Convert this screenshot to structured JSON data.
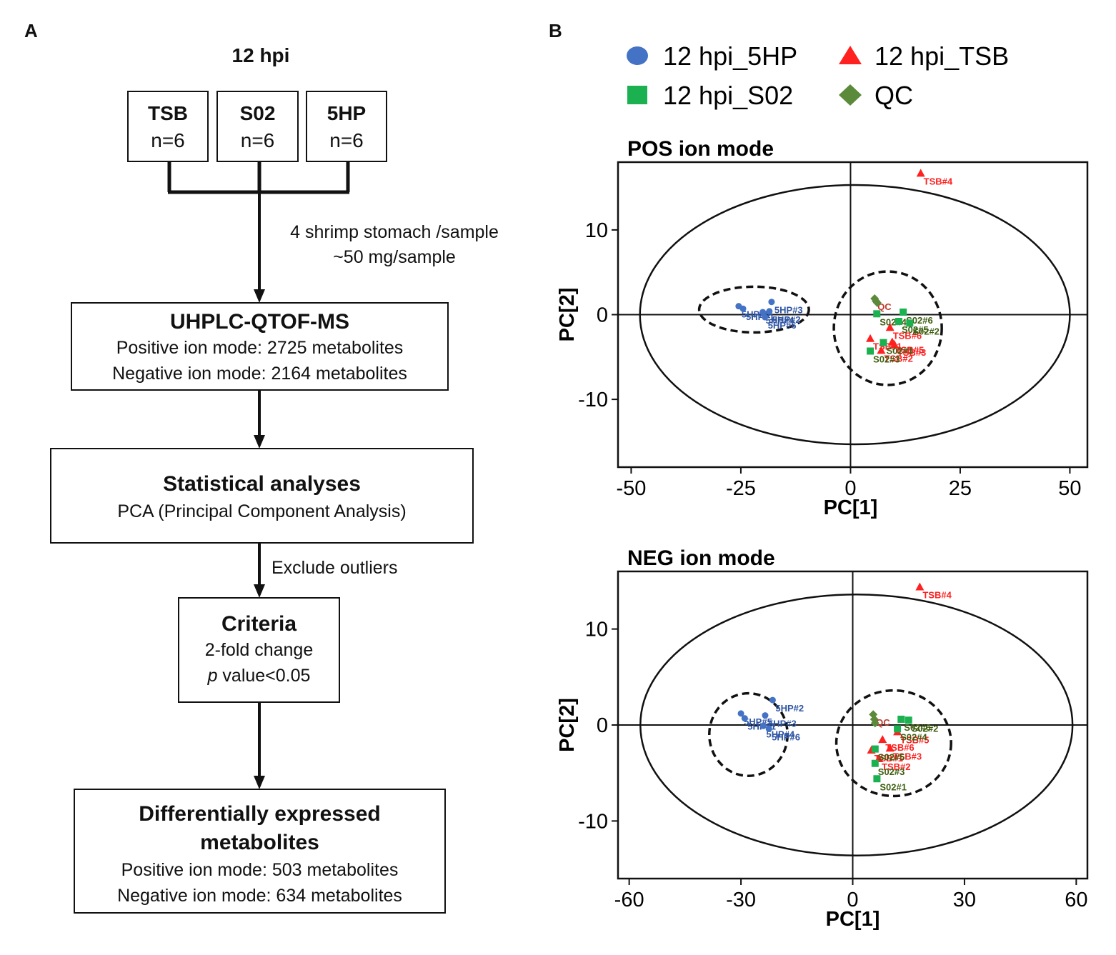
{
  "panel_a": {
    "letter": "A",
    "title": "12 hpi",
    "groups": [
      {
        "name": "TSB",
        "n": "n=6"
      },
      {
        "name": "S02",
        "n": "n=6"
      },
      {
        "name": "5HP",
        "n": "n=6"
      }
    ],
    "sample_note_1": "4 shrimp stomach /sample",
    "sample_note_2": "~50 mg/sample",
    "uhplc": {
      "title": "UHPLC-QTOF-MS",
      "pos": "Positive ion mode: 2725 metabolites",
      "neg": "Negative ion mode: 2164 metabolites"
    },
    "stats": {
      "title": "Statistical analyses",
      "sub": "PCA (Principal Component Analysis)"
    },
    "exclude_note": "Exclude outliers",
    "criteria": {
      "title": "Criteria",
      "line1": "2-fold change",
      "p_italic": "p",
      "line2_rest": " value<0.05"
    },
    "dem": {
      "title1": "Differentially expressed",
      "title2": "metabolites",
      "pos": "Positive ion mode: 503 metabolites",
      "neg": "Negative ion mode: 634 metabolites"
    }
  },
  "panel_b": {
    "letter": "B",
    "legend": [
      {
        "label": "12 hpi_5HP",
        "shape": "circle",
        "color": "#4472c4"
      },
      {
        "label": "12 hpi_TSB",
        "shape": "triangle",
        "color": "#ff2020"
      },
      {
        "label": "12 hpi_S02",
        "shape": "square",
        "color": "#1bb150"
      },
      {
        "label": "QC",
        "shape": "diamond",
        "color": "#5a8a3a"
      }
    ],
    "colors": {
      "5HP": "#4472c4",
      "5HP_text": "#2f55a4",
      "TSB": "#ff2020",
      "S02": "#1bb150",
      "S02_text": "#3f5f10",
      "QC": "#5a8a3a",
      "QC_text": "#c0392b"
    }
  },
  "chart_data": [
    {
      "type": "scatter",
      "title": "POS ion mode",
      "xlabel": "PC[1]",
      "ylabel": "PC[2]",
      "xlim": [
        -53,
        54
      ],
      "ylim": [
        -18,
        18
      ],
      "xticks": [
        -50,
        -25,
        0,
        25,
        50
      ],
      "yticks": [
        10,
        0,
        -10
      ],
      "xticklabels": [
        "-50",
        "-25",
        "0",
        "25",
        "50"
      ],
      "yticklabels": [
        "10",
        "0",
        "-10"
      ],
      "ellipses": [
        {
          "style": "solid",
          "cx": 1,
          "cy": 0,
          "rx": 49,
          "ry": 15.3
        },
        {
          "style": "dashed",
          "cx": -22,
          "cy": 0.6,
          "rx": 12.5,
          "ry": 2.7
        },
        {
          "style": "dashed",
          "cx": 8.5,
          "cy": -1.6,
          "rx": 12.3,
          "ry": 6.7
        }
      ],
      "series": [
        {
          "name": "12 hpi_5HP",
          "points": [
            {
              "x": -25.5,
              "y": 1.0,
              "label": "5HP#5"
            },
            {
              "x": -24.5,
              "y": 0.7,
              "label": "5HP#1"
            },
            {
              "x": -18,
              "y": 1.5,
              "label": "5HP#3"
            },
            {
              "x": -18.5,
              "y": 0.4,
              "label": "5HP#2"
            },
            {
              "x": -20,
              "y": 0.3,
              "label": "5HP#4"
            },
            {
              "x": -19.5,
              "y": -0.3,
              "label": "5HP#6"
            }
          ]
        },
        {
          "name": "12 hpi_TSB",
          "points": [
            {
              "x": 16,
              "y": 16.7,
              "label": "TSB#4"
            },
            {
              "x": 9,
              "y": -1.5,
              "label": "TSB#6"
            },
            {
              "x": 4.5,
              "y": -2.8,
              "label": "TSB#1"
            },
            {
              "x": 9.5,
              "y": -3.2,
              "label": "TSB#5"
            },
            {
              "x": 10,
              "y": -3.5,
              "label": "TSB#3"
            },
            {
              "x": 7,
              "y": -4.2,
              "label": "TSB#2"
            }
          ]
        },
        {
          "name": "12 hpi_S02",
          "points": [
            {
              "x": 12,
              "y": 0.3,
              "label": "S02#6"
            },
            {
              "x": 6,
              "y": 0.1,
              "label": "S02#4"
            },
            {
              "x": 13.5,
              "y": -1.0,
              "label": "S02#2"
            },
            {
              "x": 11,
              "y": -0.8,
              "label": "S02#5"
            },
            {
              "x": 4.5,
              "y": -4.3,
              "label": "S02#3"
            },
            {
              "x": 7.5,
              "y": -3.3,
              "label": "S02#1"
            }
          ]
        },
        {
          "name": "QC",
          "points": [
            {
              "x": 5.5,
              "y": 1.9,
              "label": "QC"
            },
            {
              "x": 5.8,
              "y": 1.6,
              "label": ""
            },
            {
              "x": 6.1,
              "y": 1.4,
              "label": ""
            }
          ]
        }
      ]
    },
    {
      "type": "scatter",
      "title": "NEG ion mode",
      "xlabel": "PC[1]",
      "ylabel": "PC[2]",
      "xlim": [
        -63,
        63
      ],
      "ylim": [
        -16,
        16
      ],
      "xticks": [
        -60,
        -30,
        0,
        30,
        60
      ],
      "yticks": [
        10,
        0,
        -10
      ],
      "xticklabels": [
        "-60",
        "-30",
        "0",
        "30",
        "60"
      ],
      "yticklabels": [
        "10",
        "0",
        "-10"
      ],
      "ellipses": [
        {
          "style": "solid",
          "cx": 1,
          "cy": 0,
          "rx": 58,
          "ry": 13.6
        },
        {
          "style": "dashed",
          "cx": -28,
          "cy": -1.0,
          "rx": 10.5,
          "ry": 4.3
        },
        {
          "style": "dashed",
          "cx": 11,
          "cy": -1.9,
          "rx": 15.4,
          "ry": 5.5
        }
      ],
      "series": [
        {
          "name": "12 hpi_5HP",
          "points": [
            {
              "x": -21.5,
              "y": 2.6,
              "label": "5HP#2"
            },
            {
              "x": -30,
              "y": 1.2,
              "label": "5HP#5"
            },
            {
              "x": -29,
              "y": 0.7,
              "label": "5HP#1"
            },
            {
              "x": -23.5,
              "y": 1.0,
              "label": "5HP#3"
            },
            {
              "x": -24,
              "y": -0.1,
              "label": "5HP#4"
            },
            {
              "x": -22.5,
              "y": -0.4,
              "label": "5HP#6"
            }
          ]
        },
        {
          "name": "12 hpi_TSB",
          "points": [
            {
              "x": 18,
              "y": 14.4,
              "label": "TSB#4"
            },
            {
              "x": 8,
              "y": -1.5,
              "label": "TSB#6"
            },
            {
              "x": 12,
              "y": -0.7,
              "label": "TSB#5"
            },
            {
              "x": 5,
              "y": -2.6,
              "label": "TSB#1"
            },
            {
              "x": 10,
              "y": -2.4,
              "label": "TSB#3"
            },
            {
              "x": 7,
              "y": -3.5,
              "label": "TSB#2"
            }
          ]
        },
        {
          "name": "12 hpi_S02",
          "points": [
            {
              "x": 13,
              "y": 0.6,
              "label": "S02#6"
            },
            {
              "x": 15,
              "y": 0.5,
              "label": "S02#2"
            },
            {
              "x": 12,
              "y": -0.4,
              "label": "S02#4"
            },
            {
              "x": 6,
              "y": -2.5,
              "label": "S02#5"
            },
            {
              "x": 6,
              "y": -4.0,
              "label": "S02#3"
            },
            {
              "x": 6.5,
              "y": -5.6,
              "label": "S02#1"
            }
          ]
        },
        {
          "name": "QC",
          "points": [
            {
              "x": 5.5,
              "y": 1.1,
              "label": "QC"
            },
            {
              "x": 5.8,
              "y": 0.6,
              "label": ""
            },
            {
              "x": 6.0,
              "y": 0.2,
              "label": ""
            }
          ]
        }
      ]
    }
  ]
}
